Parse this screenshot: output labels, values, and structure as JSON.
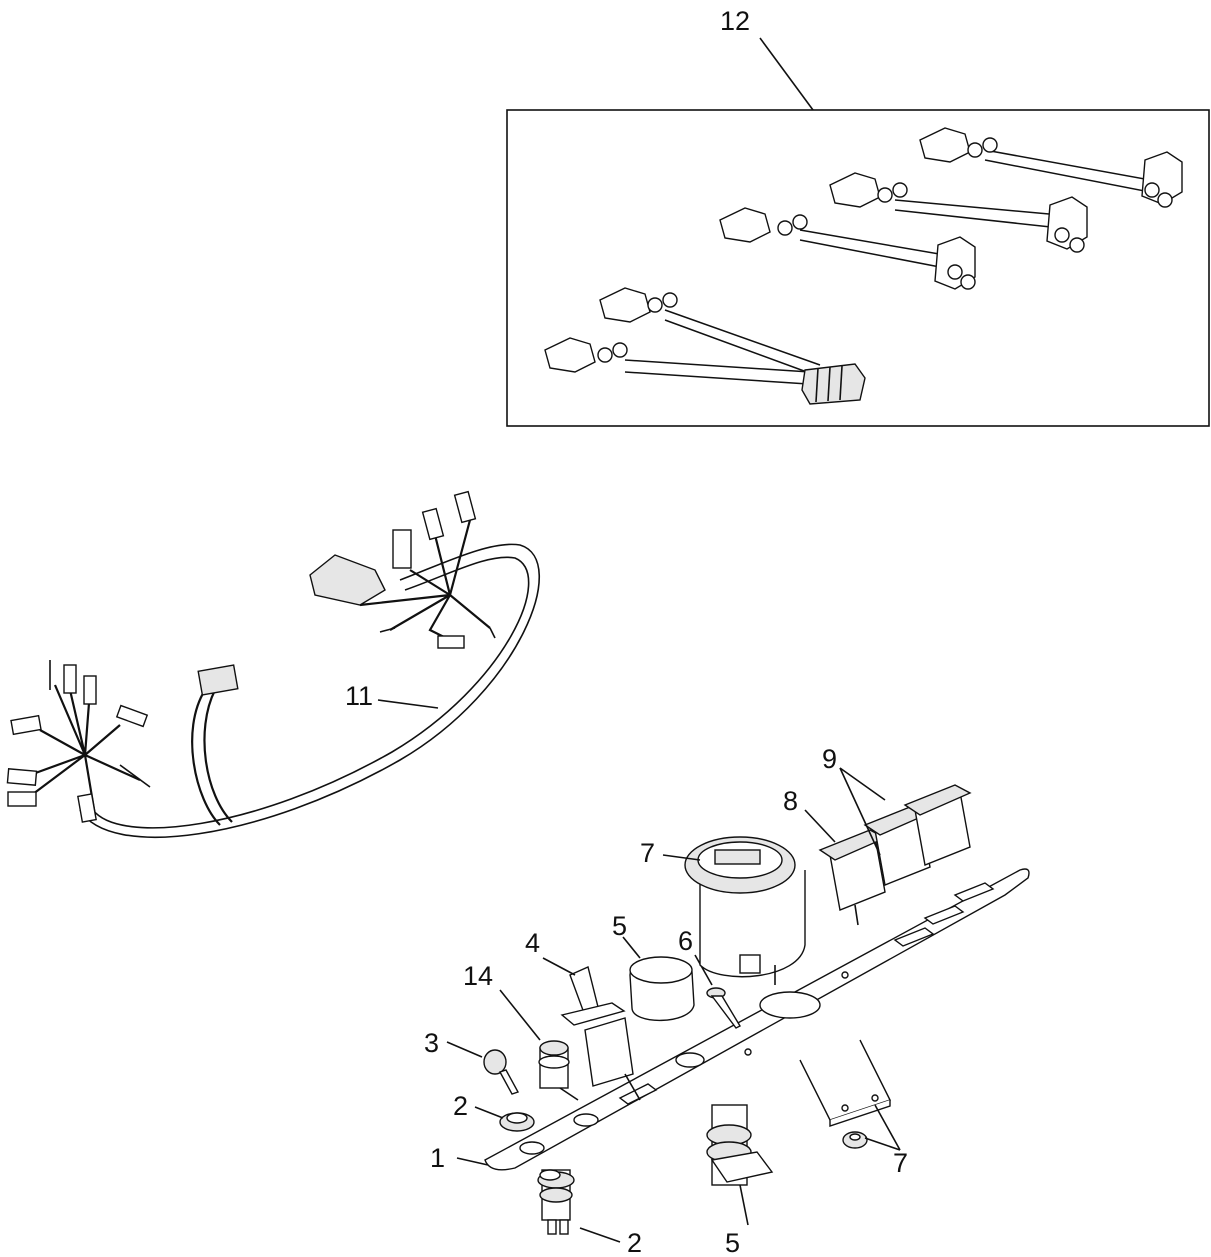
{
  "callouts": {
    "c1": "1",
    "c2a": "2",
    "c2b": "2",
    "c3": "3",
    "c4": "4",
    "c5a": "5",
    "c5b": "5",
    "c6": "6",
    "c7a": "7",
    "c7b": "7",
    "c8": "8",
    "c9": "9",
    "c11": "11",
    "c12": "12",
    "c14": "14"
  }
}
